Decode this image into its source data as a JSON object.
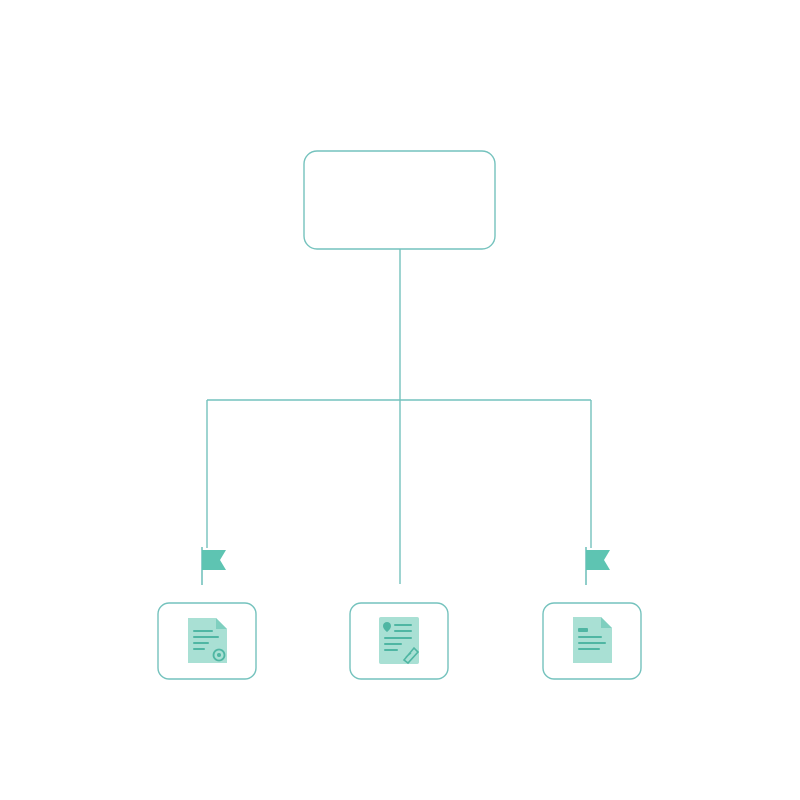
{
  "colors": {
    "stroke": "#74c2bd",
    "accent": "#5ec4b2",
    "doc_fill": "#a9e0d4",
    "doc_fold": "#7fcfbf",
    "doc_lines": "#4fb6a3",
    "background": "#ffffff"
  },
  "diagram": {
    "root": {
      "name": "root-box",
      "label": ""
    },
    "children": [
      {
        "name": "document-node-left",
        "icon": "certificate-document-icon",
        "flagged": true
      },
      {
        "name": "document-node-center",
        "icon": "signed-document-icon",
        "flagged": false
      },
      {
        "name": "document-node-right",
        "icon": "text-document-icon",
        "flagged": true
      }
    ]
  }
}
